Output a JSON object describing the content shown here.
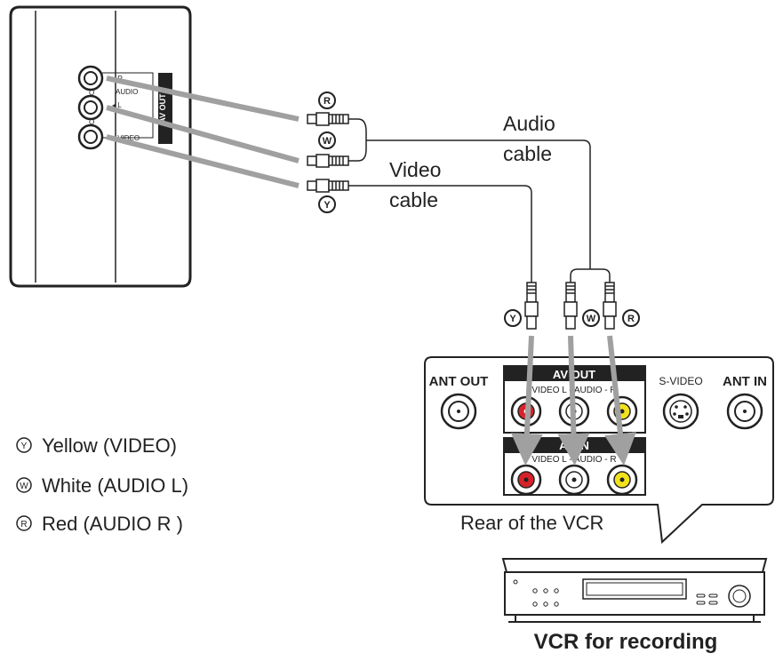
{
  "tv": {
    "panel_title": "AV OUT",
    "jack_r": "R",
    "jack_audio": "AUDIO",
    "jack_l": "L",
    "jack_video": "VIDEO"
  },
  "cables": {
    "audio_line1": "Audio",
    "audio_line2": "cable",
    "video_line1": "Video",
    "video_line2": "cable"
  },
  "plug_marks": {
    "red": "R",
    "white": "W",
    "yellow": "Y"
  },
  "legend": [
    {
      "mark": "Y",
      "label": "Yellow (VIDEO)"
    },
    {
      "mark": "W",
      "label": "White (AUDIO L)"
    },
    {
      "mark": "R",
      "label": "Red (AUDIO R )"
    }
  ],
  "vcr_panel": {
    "ant_out": "ANT OUT",
    "av_out": "AV OUT",
    "av_out_sub": "VIDEO   L - AUDIO - R",
    "s_video": "S-VIDEO",
    "ant_in": "ANT IN",
    "av_in": "AV IN",
    "av_in_sub": "VIDEO   L - AUDIO - R",
    "caption": "Rear of the VCR"
  },
  "vcr_title": "VCR for recording",
  "colors": {
    "red": "#d8222a",
    "yellow": "#f2e21c",
    "arrow": "#a0a0a0",
    "ink": "#222222"
  }
}
